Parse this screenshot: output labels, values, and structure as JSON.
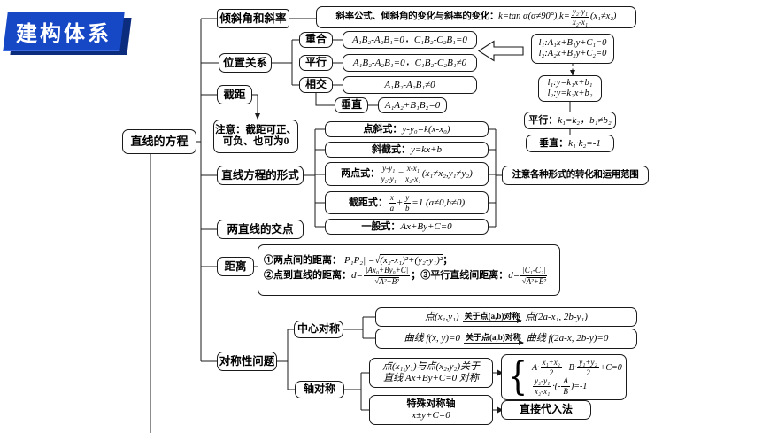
{
  "badge": {
    "label": "建构体系"
  },
  "colors": {
    "badge_bg": "#1648c6",
    "badge_shadow": "#0c2c7e",
    "line": "#1a1a1a"
  },
  "root": {
    "label": "直线的方程"
  },
  "slope": {
    "label": "倾斜角和斜率",
    "formula_prefix": "斜率公式、倾斜角的变化与斜率的变化：",
    "formula_k": "k=tan α(α≠90°),k=",
    "frac_num": "y₂-y₁",
    "frac_den": "x₂-x₁",
    "formula_cond": "(x₁≠x₂)"
  },
  "relation": {
    "label": "位置关系",
    "coincide": {
      "label": "重合",
      "formula": "A₁B₂-A₂B₁=0，C₁B₂-C₂B₁=0"
    },
    "parallel": {
      "label": "平行",
      "formula": "A₁B₂-A₂B₁=0，C₁B₂-C₂B₁≠0"
    },
    "intersect": {
      "label": "相交",
      "formula": "A₁B₂-A₂B₁≠0"
    },
    "perpendicular": {
      "label": "垂直",
      "formula": "A₁A₂+B₁B₂=0"
    }
  },
  "right_col": {
    "general_l1": "l₁:A₁x+B₁y+C₁=0",
    "general_l2": "l₂:A₂x+B₂y+C₂=0",
    "slope_l1": "l₁:y=k₁x+b₁",
    "slope_l2": "l₂:y=k₂x+b₂",
    "parallel_label": "平行：",
    "parallel_formula": "k₁=k₂，b₁≠b₂",
    "perp_label": "垂直：",
    "perp_formula": "k₁·k₂=-1"
  },
  "intercept": {
    "label": "截距",
    "note_line1": "注意：截距可正、",
    "note_line2": "可负、也可为0"
  },
  "forms": {
    "label": "直线方程的形式",
    "point_slope": {
      "label": "点斜式：",
      "formula": "y-y₀=k(x-x₀)"
    },
    "slope_intercept": {
      "label": "斜截式：",
      "formula": "y=kx+b"
    },
    "two_point": {
      "label": "两点式：",
      "f1_num": "y-y₁",
      "f1_den": "y₂-y₁",
      "eq": "=",
      "f2_num": "x-x₁",
      "f2_den": "x₂-x₁",
      "cond": "(x₁≠x₂,y₁≠y₂)"
    },
    "intercept_form": {
      "label": "截距式：",
      "f1_num": "x",
      "f1_den": "a",
      "plus": "+",
      "f2_num": "y",
      "f2_den": "b",
      "rest": "=1 (a≠0,b≠0)"
    },
    "general": {
      "label": "一般式：",
      "formula": "Ax+By+C=0"
    },
    "note": "注意各种形式的转化和运用范围"
  },
  "intersection": {
    "label": "两直线的交点"
  },
  "distance": {
    "label": "距离",
    "l1_label": "①两点间的距离：",
    "l1_math": "|P₁P₂| =",
    "l1_sqrt": "(x₂-x₁)²+(y₂-y₁)²",
    "l1_end": "；",
    "l2a_label": "②点到直线的距离：",
    "l2a_d": "d=",
    "l2a_num": "|Ax₀+By₀+C|",
    "l2a_root": "√",
    "l2a_den": "A²+B²",
    "l2b_label": "；③平行直线间距离：",
    "l2b_d": "d=",
    "l2b_num": "|C₁-C₂|",
    "l2b_root": "√",
    "l2b_den": "A²+B²",
    "radical": "√"
  },
  "symmetry": {
    "label": "对称性问题",
    "central": {
      "label": "中心对称",
      "rowA_pre": "点(x₁,y₁)",
      "rowA_over": "关于点(a,b)对称",
      "rowA_post": "点(2a-x₁, 2b-y₁)",
      "rowB_pre": "曲线 f(x, y)=0",
      "rowB_over": "关于点(a,b)对称",
      "rowB_post": "曲线 f(2a-x, 2b-y)=0"
    },
    "axis": {
      "label": "轴对称",
      "rowC_line1": "点(x₁,y₁)与点(x₂,y₂)关于",
      "rowC_line2": "直线 Ax+By+C=0 对称",
      "rowD_line1": "特殊对称轴",
      "rowD_line2": "x±y+C=0",
      "sys_brace": "{",
      "sys_a": "A·",
      "sys_f1_num": "x₁+x₂",
      "sys_f1_den": "2",
      "sys_b": "+B·",
      "sys_f2_num": "y₁+y₂",
      "sys_f2_den": "2",
      "sys_c": "+C=0",
      "sys2_f_num": "y₂-y₁",
      "sys2_f_den": "x₂-x₁",
      "sys2_mid": "·(-",
      "sys2_fa_num": "A",
      "sys2_fa_den": "B",
      "sys2_end": ")=-1",
      "substitute": "直接代入法"
    }
  }
}
